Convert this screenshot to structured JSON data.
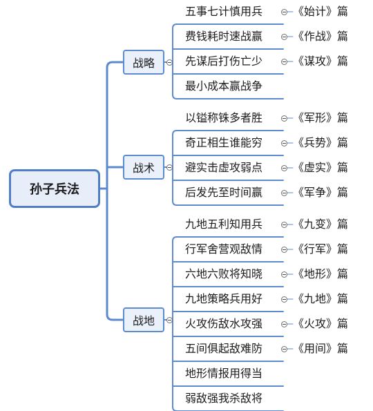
{
  "root": {
    "label": "孙子兵法"
  },
  "categories": [
    {
      "label": "战略",
      "items": [
        {
          "text": "五事七计慎用兵",
          "chapter": "《始计》篇"
        },
        {
          "text": "费钱耗时速战赢",
          "chapter": "《作战》篇"
        },
        {
          "text": "先谋后打伤亡少",
          "chapter": "《谋攻》篇"
        },
        {
          "text": "最小成本赢战争",
          "chapter": ""
        }
      ]
    },
    {
      "label": "战术",
      "items": [
        {
          "text": "以镒称铢多者胜",
          "chapter": "《军形》篇"
        },
        {
          "text": "奇正相生谁能穷",
          "chapter": "《兵势》篇"
        },
        {
          "text": "避实击虚攻弱点",
          "chapter": "《虚实》篇"
        },
        {
          "text": "后发先至时间赢",
          "chapter": "《军争》篇"
        }
      ]
    },
    {
      "label": "战地",
      "items": [
        {
          "text": "九地五利知用兵",
          "chapter": "《九变》篇"
        },
        {
          "text": "行军舍营观敌情",
          "chapter": "《行军》篇"
        },
        {
          "text": "六地六败将知晓",
          "chapter": "《地形》篇"
        },
        {
          "text": "九地策略兵用好",
          "chapter": "《九地》篇"
        },
        {
          "text": "火攻伤敌水攻强",
          "chapter": "《火攻》篇"
        },
        {
          "text": "五间俱起敌难防",
          "chapter": "《用间》篇"
        },
        {
          "text": "地形情报用得当",
          "chapter": ""
        },
        {
          "text": "弱敌强我杀敌将",
          "chapter": ""
        }
      ]
    }
  ],
  "colors": {
    "connector": "#5b8ad0",
    "underline": "#5b8ad0",
    "root_border": "#4f7dc6"
  }
}
